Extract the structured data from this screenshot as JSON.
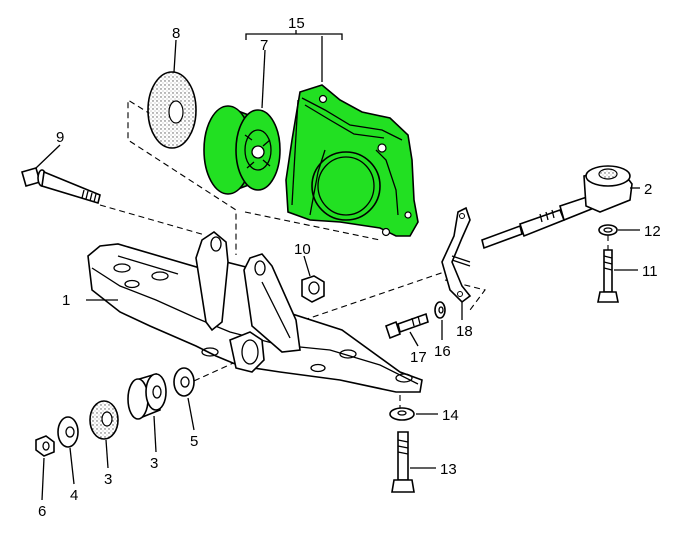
{
  "colors": {
    "highlight": "#22e022",
    "line": "#000000",
    "background": "#ffffff",
    "stipple": "#d8d8d8"
  },
  "parts": [
    {
      "id": "p1",
      "number": "1"
    },
    {
      "id": "p2",
      "number": "2"
    },
    {
      "id": "p3a",
      "number": "3"
    },
    {
      "id": "p3b",
      "number": "3"
    },
    {
      "id": "p4",
      "number": "4"
    },
    {
      "id": "p5",
      "number": "5"
    },
    {
      "id": "p6",
      "number": "6"
    },
    {
      "id": "p7",
      "number": "7"
    },
    {
      "id": "p8",
      "number": "8"
    },
    {
      "id": "p9",
      "number": "9"
    },
    {
      "id": "p10",
      "number": "10"
    },
    {
      "id": "p11",
      "number": "11"
    },
    {
      "id": "p12",
      "number": "12"
    },
    {
      "id": "p13",
      "number": "13"
    },
    {
      "id": "p14",
      "number": "14"
    },
    {
      "id": "p15",
      "number": "15"
    },
    {
      "id": "p16",
      "number": "16"
    },
    {
      "id": "p17",
      "number": "17"
    },
    {
      "id": "p18",
      "number": "18"
    }
  ]
}
